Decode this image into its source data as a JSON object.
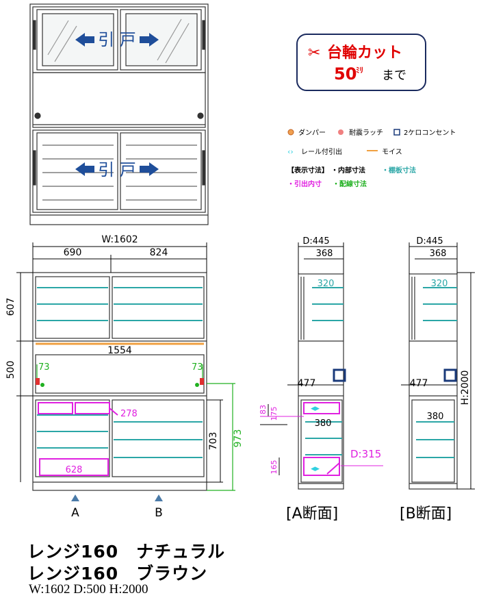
{
  "cut_box": {
    "line1": "台輪カット",
    "line2": "50",
    "line2_unit": "ﾐﾘ",
    "line2_suffix": "まで",
    "icon": "scissors-icon",
    "color": "#e00000",
    "border": "#1a2a5e"
  },
  "sliding_door_label": "引 戸",
  "legend": {
    "damper": "ダンパー",
    "latch": "耐震ラッチ",
    "outlet": "2ケロコンセント",
    "rail": "レール付引出",
    "moise": "モイス",
    "dims_title": "【表示寸法】",
    "inner": "・内部寸法",
    "shelf": "・棚板寸法",
    "drawer_inner": "・引出内寸",
    "wiring": "・配線寸法",
    "colors": {
      "shelf": "#2aa6a6",
      "drawer": "#e020e0",
      "wiring": "#20b020",
      "moise": "#f0a040",
      "damper": "#f0a050",
      "latch": "#f08080",
      "outlet": "#1a3a7a",
      "rail": "#30d0e0"
    }
  },
  "front": {
    "width_total": "W:1602",
    "left_width": "690",
    "right_width": "824",
    "upper_height": "607",
    "middle_height": "500",
    "moise_width": "1554",
    "wiring_left": "73",
    "wiring_right": "73",
    "drawer_small": "278",
    "drawer_large": "628",
    "lower_height": "703",
    "lower_total": "973",
    "label_a": "A",
    "label_b": "B"
  },
  "section_a": {
    "depth": "D:445",
    "inner": "368",
    "shelf": "320",
    "mid": "477",
    "drawer_h1": "83",
    "drawer_h2": "175",
    "drawer_w": "380",
    "drawer_h3": "165",
    "drawer_depth": "D:315",
    "title": "[A断面]"
  },
  "section_b": {
    "depth": "D:445",
    "inner": "368",
    "shelf": "320",
    "mid": "477",
    "drawer_w": "380",
    "height": "H:2000",
    "title": "[B断面]"
  },
  "product": {
    "line1": "レンジ160　ナチュラル",
    "line2": "レンジ160　ブラウン",
    "dims": "W:1602 D:500 H:2000"
  }
}
